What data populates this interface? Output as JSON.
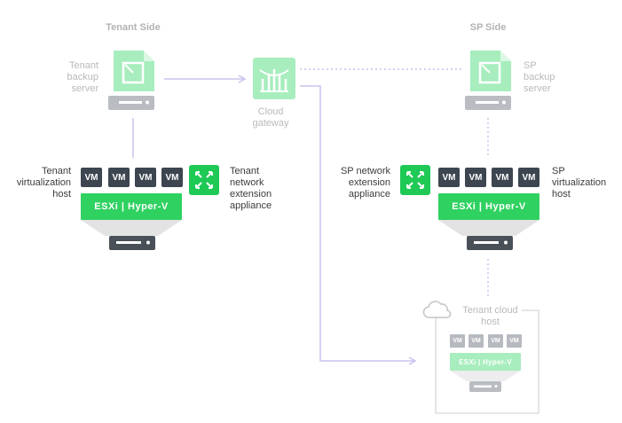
{
  "headers": {
    "tenant_side": "Tenant Side",
    "sp_side": "SP Side"
  },
  "tenant_backup_server": {
    "label": "Tenant\nbackup\nserver"
  },
  "cloud_gateway": {
    "label": "Cloud\ngateway"
  },
  "sp_backup_server": {
    "label": "SP\nbackup\nserver"
  },
  "tenant_virtualization_host": {
    "label": "Tenant\nvirtualization\nhost",
    "vms": [
      "VM",
      "VM",
      "VM",
      "VM"
    ],
    "hypervisor": "ESXi | Hyper-V"
  },
  "tenant_network_extension_appliance": {
    "label": "Tenant\nnetwork\nextension\nappliance"
  },
  "sp_network_extension_appliance": {
    "label": "SP network\nextension\nappliance"
  },
  "sp_virtualization_host": {
    "label": "SP\nvirtualization\nhost",
    "vms": [
      "VM",
      "VM",
      "VM",
      "VM"
    ],
    "hypervisor": "ESXi | Hyper-V"
  },
  "tenant_cloud_host": {
    "label": "Tenant cloud\nhost",
    "vms": [
      "VM",
      "VM",
      "VM",
      "VM"
    ],
    "hypervisor": "ESXi | Hyper-V"
  },
  "colors": {
    "accent_green": "#1fc956",
    "faded_green": "#a7edbd",
    "vm_dark": "#3d4650",
    "vm_faded": "#b6bac0",
    "connector_lavender": "#c8c3ef",
    "server_dark": "#4a5058",
    "server_faded": "#b9bcc1"
  }
}
